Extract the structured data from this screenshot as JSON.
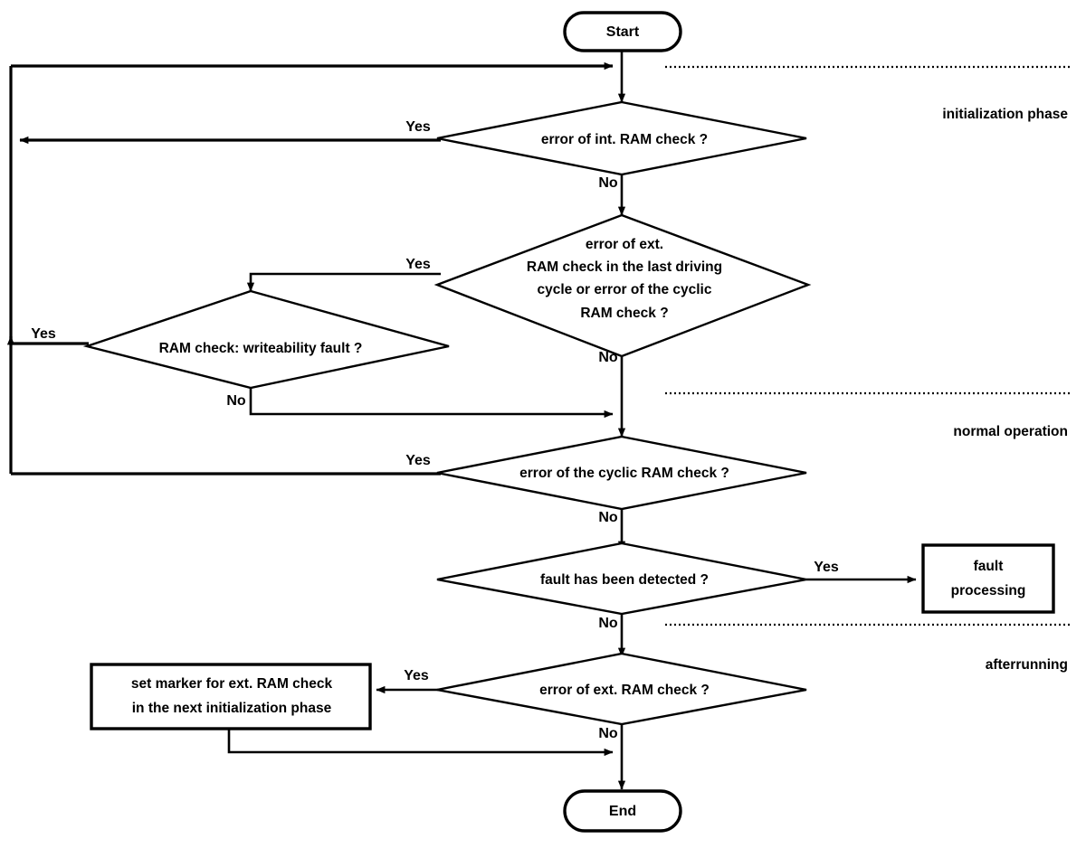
{
  "diagram": {
    "title": "RAM check flowchart",
    "type": "flowchart",
    "background": "#ffffff",
    "stroke_color": "#000000"
  },
  "nodes": {
    "start": {
      "label": "Start",
      "shape": "terminator"
    },
    "end": {
      "label": "End",
      "shape": "terminator"
    },
    "d1": {
      "label": "error of int. RAM check ?",
      "shape": "decision"
    },
    "d2": {
      "shape": "decision",
      "line1": "error of ext.",
      "line2": "RAM check in the last driving",
      "line3": "cycle or error of the cyclic",
      "line4": "RAM check ?"
    },
    "d3": {
      "label": "RAM check: writeability fault ?",
      "shape": "decision"
    },
    "d4": {
      "label": "error of the cyclic RAM check ?",
      "shape": "decision"
    },
    "d5": {
      "label": "fault has been detected ?",
      "shape": "decision"
    },
    "d6": {
      "label": "error of ext. RAM check ?",
      "shape": "decision"
    },
    "fault_box": {
      "shape": "process",
      "line1": "fault",
      "line2": "processing"
    },
    "marker_box": {
      "shape": "process",
      "line1": "set marker for ext. RAM check",
      "line2": "in the next  initialization phase"
    }
  },
  "branch_labels": {
    "d1_yes": "Yes",
    "d1_no": "No",
    "d2_yes": "Yes",
    "d2_no": "No",
    "d3_yes": "Yes",
    "d3_no": "No",
    "d4_yes": "Yes",
    "d4_no": "No",
    "d5_yes": "Yes",
    "d5_no": "No",
    "d6_yes": "Yes",
    "d6_no": "No"
  },
  "phases": [
    {
      "id": "initialization",
      "label": "initialization phase"
    },
    {
      "id": "normal",
      "label": "normal operation"
    },
    {
      "id": "afterrunning",
      "label": "afterrunning"
    }
  ]
}
